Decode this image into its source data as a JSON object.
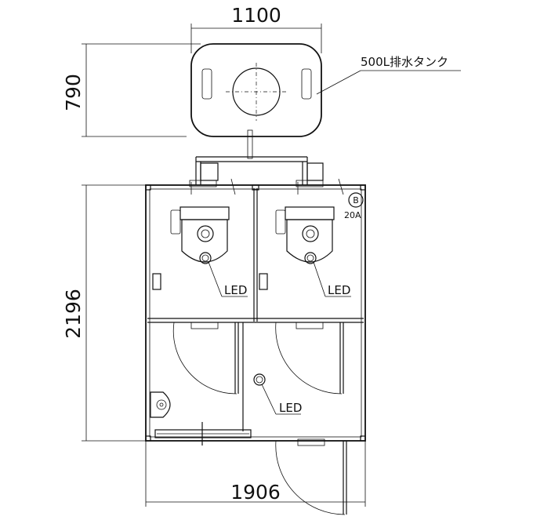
{
  "dimensions": {
    "tank_width": "1100",
    "tank_depth": "790",
    "unit_depth": "2196",
    "unit_width": "1906"
  },
  "labels": {
    "tank": "500L排水タンク",
    "led_1": "LED",
    "led_2": "LED",
    "led_3": "LED",
    "marker_letter": "B",
    "marker_size": "20A"
  }
}
